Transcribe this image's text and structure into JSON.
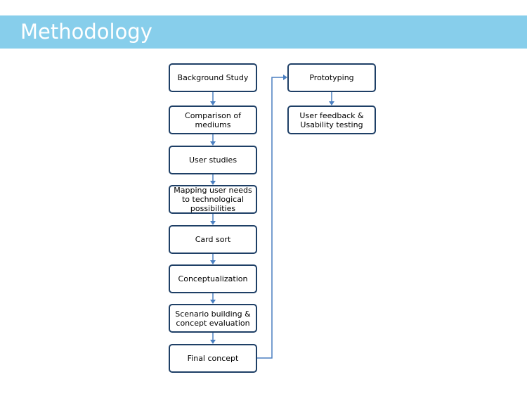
{
  "title": "Methodology",
  "colors": {
    "title_bar": "#87ceeb",
    "title_text": "#ffffff",
    "box_border": "#1e3f66",
    "connector": "#4a7fc1"
  },
  "steps": [
    "Background Study",
    "Comparison of mediums",
    "User studies",
    "Mapping user needs to technological possibilities",
    "Card sort",
    "Conceptualization",
    "Scenario building & concept evaluation",
    "Final concept",
    "Prototyping",
    "User feedback & Usability testing"
  ]
}
